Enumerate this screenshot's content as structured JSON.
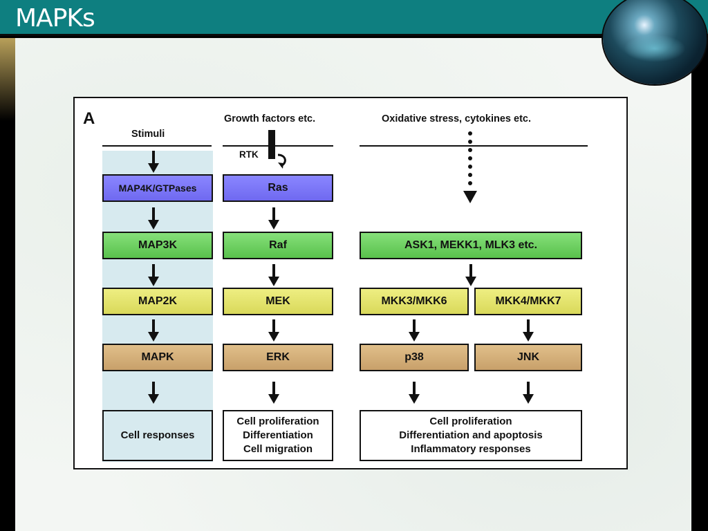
{
  "slide": {
    "title": "MAPKs"
  },
  "figure": {
    "panel_letter": "A",
    "columns": {
      "generic": {
        "header": "Stimuli",
        "boxes": [
          "MAP4K/GTPases",
          "MAP3K",
          "MAP2K",
          "MAPK"
        ],
        "response": [
          "Cell responses"
        ]
      },
      "erk": {
        "header": "Growth factors etc.",
        "receptor": "RTK",
        "boxes": [
          "Ras",
          "Raf",
          "MEK",
          "ERK"
        ],
        "response": [
          "Cell proliferation",
          "Differentiation",
          "Cell migration"
        ]
      },
      "stress": {
        "header": "Oxidative stress, cytokines etc.",
        "map3k": "ASK1, MEKK1, MLK3 etc.",
        "map2k": [
          "MKK3/MKK6",
          "MKK4/MKK7"
        ],
        "mapk": [
          "p38",
          "JNK"
        ],
        "response": [
          "Cell proliferation",
          "Differentiation and apoptosis",
          "Inflammatory responses"
        ]
      }
    },
    "colors": {
      "map4k": "#7b76f8",
      "map3k": "#6ccf5f",
      "map2k": "#e3e36c",
      "mapk": "#d2ad78",
      "stimuli_bg": "#d7eaef"
    }
  }
}
